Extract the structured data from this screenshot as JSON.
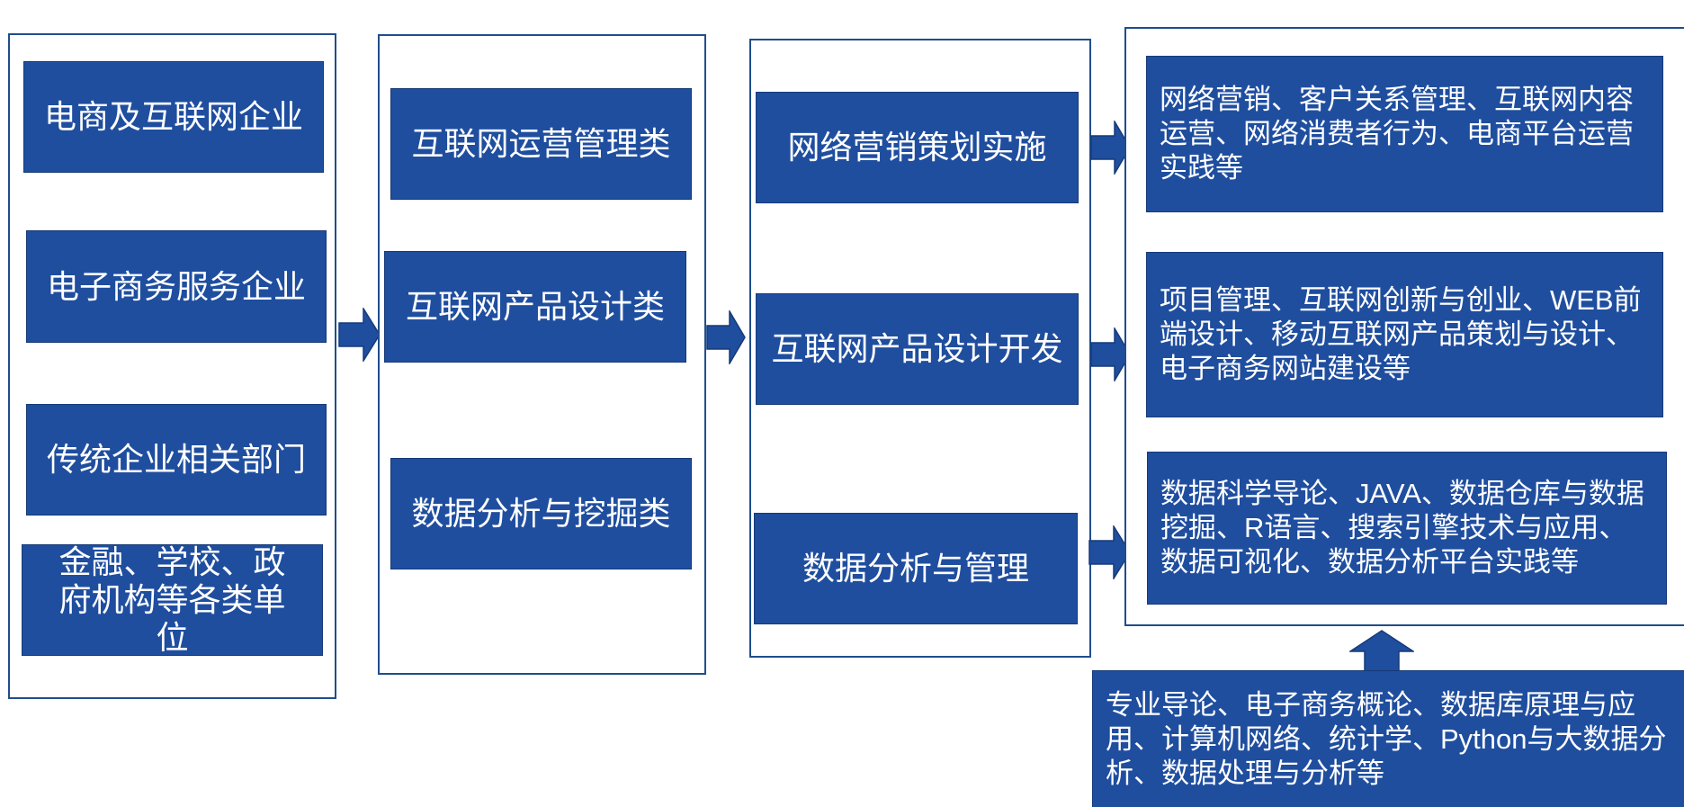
{
  "colors": {
    "box_fill": "#1f4e9f",
    "frame_border": "#1f4e8c",
    "text": "#ffffff"
  },
  "columns": {
    "employers": [
      "电商及互联网企业",
      "电子商务服务企业",
      "传统企业相关部门",
      "金融、学校、政府机构等各类单位"
    ],
    "positions": [
      "互联网运营管理类",
      "互联网产品设计类",
      "数据分析与挖掘类"
    ],
    "abilities": [
      "网络营销策划实施",
      "互联网产品设计开发",
      "数据分析与管理"
    ],
    "courses": [
      "网络营销、客户关系管理、互联网内容运营、网络消费者行为、电商平台运营实践等",
      "项目管理、互联网创新与创业、WEB前端设计、移动互联网产品策划与设计、电子商务网站建设等",
      "数据科学导论、JAVA、数据仓库与数据挖掘、R语言、搜索引擎技术与应用、数据可视化、数据分析平台实践等"
    ]
  },
  "foundation": "专业导论、电子商务概论、数据库原理与应用、计算机网络、统计学、Python与大数据分析、数据处理与分析等",
  "icons": [
    "arrow-right-icon",
    "arrow-up-icon"
  ]
}
